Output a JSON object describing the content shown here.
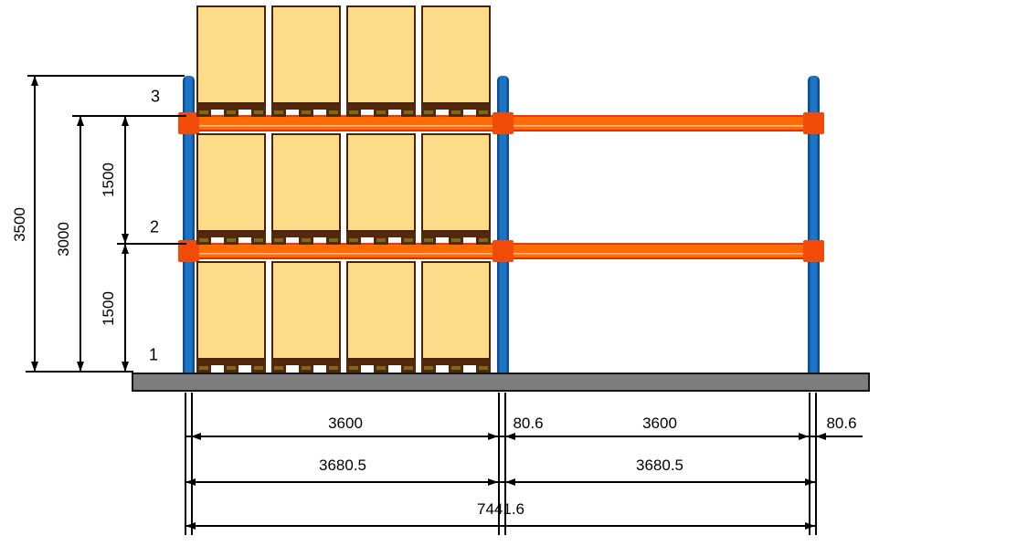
{
  "levels": {
    "level3": "3",
    "level2": "2",
    "level1": "1"
  },
  "vdims": {
    "total_height": "3500",
    "height_to_level3": "3000",
    "spacing_level2_to_3": "1500",
    "spacing_level1_to_2": "1500"
  },
  "hdims": {
    "row1": {
      "bay1_clear": "3600",
      "post1_width": "80.6",
      "bay2_clear": "3600",
      "post2_width": "80.6"
    },
    "row2": {
      "bay1_pitch": "3680.5",
      "bay2_pitch": "3680.5"
    },
    "row3": {
      "overall_length": "7441.6"
    }
  },
  "structure": {
    "posts": 3,
    "beam_levels": 2,
    "storage_levels": 3,
    "pallets_per_level_left_bay": 4,
    "pallets_per_level_right_bay": 0
  },
  "colors": {
    "post": "#1b74c4",
    "post_edge": "#0e4f93",
    "beam": "#ff6b00",
    "beam_edge": "#e83a00",
    "beam_connector": "#f24a08",
    "box_fill": "#fcdc88",
    "box_border": "#47230a",
    "pallet": "#54280c",
    "pallet_accent": "#7c6a15",
    "floor": "#7d7d7d",
    "line": "#000000"
  }
}
